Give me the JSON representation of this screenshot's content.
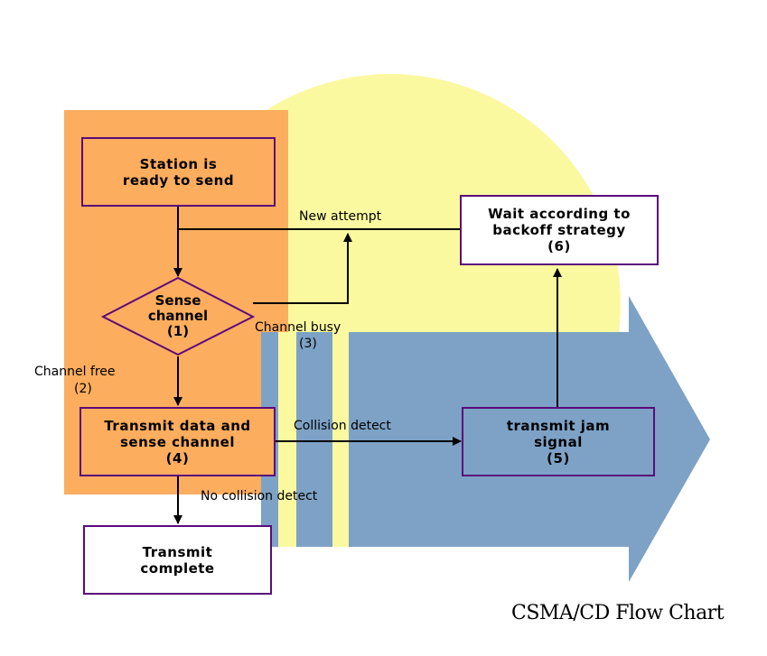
{
  "nodes": {
    "station_ready": {
      "line1": "Station is",
      "line2": "ready to send"
    },
    "sense_channel": {
      "line1": "Sense",
      "line2": "channel",
      "step": "(1)"
    },
    "transmit_data": {
      "line1": "Transmit data and",
      "line2": "sense channel",
      "step": "(4)"
    },
    "transmit_complete": {
      "line1": "Transmit",
      "line2": "complete"
    },
    "wait_backoff": {
      "line1": "Wait according to",
      "line2": "backoff strategy",
      "step": "(6)"
    },
    "transmit_jam": {
      "line1": "transmit jam",
      "line2": "signal",
      "step": "(5)"
    }
  },
  "edge_labels": {
    "new_attempt": "New attempt",
    "channel_busy": "Channel busy",
    "channel_busy_step": "(3)",
    "channel_free": "Channel free",
    "channel_free_step": "(2)",
    "collision_detect": "Collision detect",
    "no_collision_detect": "No collision detect"
  },
  "caption": "CSMA/CD Flow Chart",
  "colors": {
    "yellow_circle": "#fbf99f",
    "orange_panel": "#fcad5e",
    "blue_arrow": "#7da2c6",
    "node_border": "#5b0a7a",
    "line": "#000000"
  }
}
